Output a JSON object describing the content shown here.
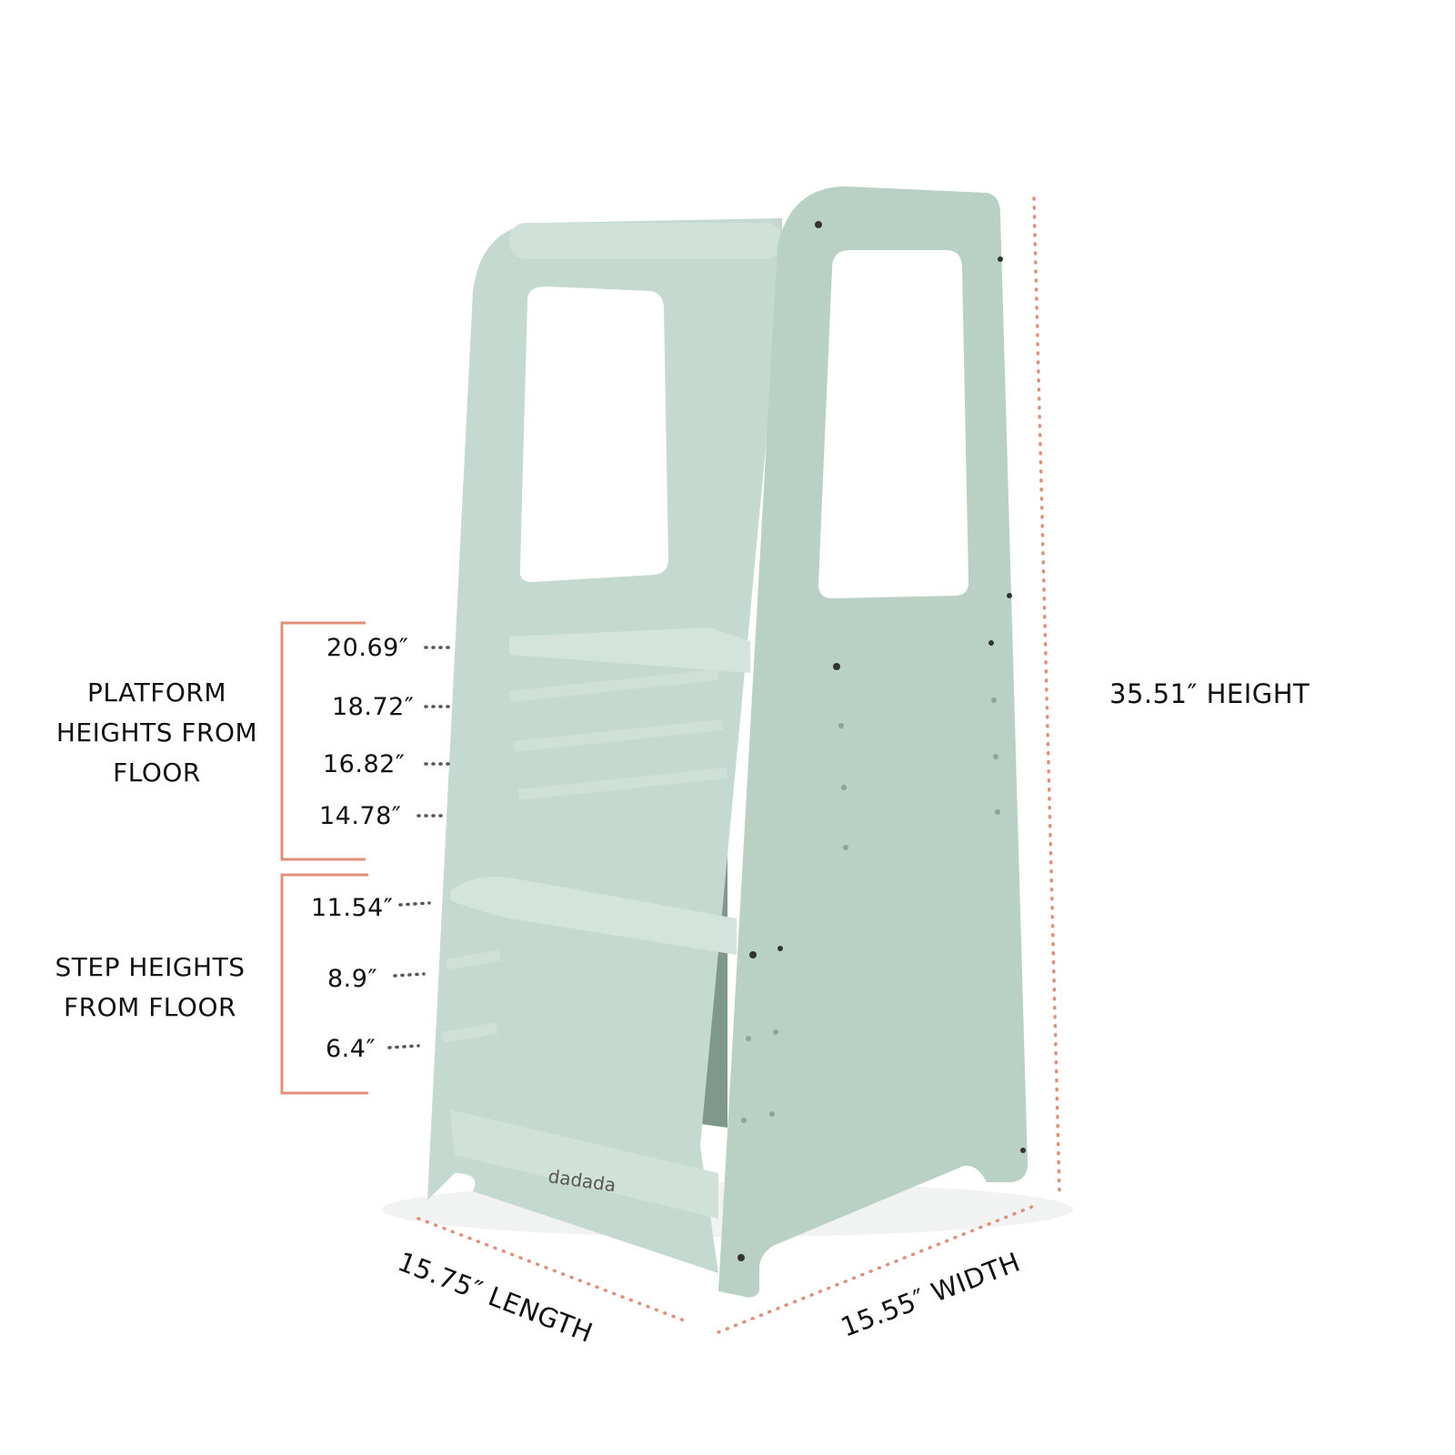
{
  "brand": "dadada",
  "colors": {
    "tower": "#bdd4c9",
    "tower_shadow": "#7e998b",
    "bracket": "#e0907a",
    "dimension_line": "#e0907a",
    "leader_dots": "#555555"
  },
  "platform_group": {
    "title": "PLATFORM HEIGHTS FROM FLOOR",
    "line1": "PLATFORM",
    "line2": "HEIGHTS FROM",
    "line3": "FLOOR",
    "heights": [
      "20.69″",
      "18.72″",
      "16.82″",
      "14.78″"
    ]
  },
  "step_group": {
    "line1": "STEP HEIGHTS",
    "line2": "FROM FLOOR",
    "heights": [
      "11.54″",
      "8.9″",
      "6.4″"
    ]
  },
  "dimensions": {
    "height": "35.51″ HEIGHT",
    "length": "15.75″ LENGTH",
    "width": "15.55″  WIDTH"
  }
}
